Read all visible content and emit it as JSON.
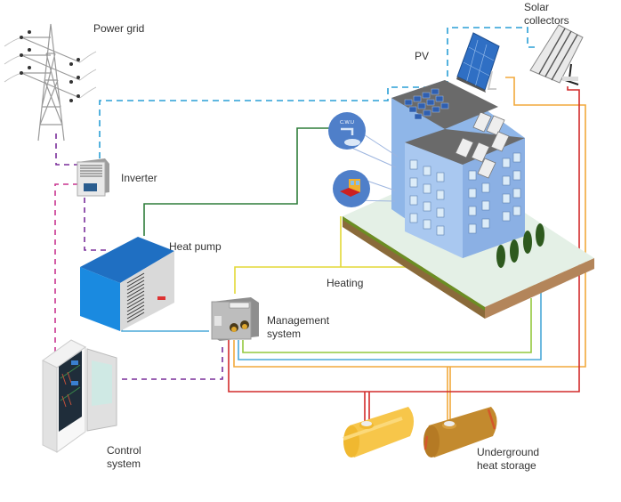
{
  "diagram": {
    "type": "system-schematic",
    "title": "",
    "components": {
      "power_grid": {
        "label": "Power grid",
        "icon": "power-tower-icon"
      },
      "pv": {
        "label": "PV",
        "icon": "solar-panel-icon"
      },
      "solar_collectors": {
        "label_line1": "Solar",
        "label_line2": "collectors",
        "icon": "solar-collector-icon"
      },
      "inverter": {
        "label": "Inverter",
        "icon": "inverter-icon"
      },
      "heat_pump": {
        "label": "Heat pump",
        "icon": "heat-pump-icon"
      },
      "management_system": {
        "label_line1": "Management",
        "label_line2": "system",
        "icon": "pump-box-icon"
      },
      "control_system": {
        "label_line1": "Control",
        "label_line2": "system",
        "icon": "control-cabinet-icon"
      },
      "heating": {
        "label": "Heating"
      },
      "building": {
        "icon": "building-icon",
        "cwu_badge": "C.W.U",
        "cwu_icon": "tap-water-icon",
        "heating_icon": "floor-heating-icon"
      },
      "heat_storage": {
        "label_line1": "Underground",
        "label_line2": "heat storage",
        "icon": "storage-tank-icon"
      }
    },
    "connections": [
      {
        "from": "power_grid",
        "to": "inverter",
        "style": "dashed",
        "color": "#7a2e9a"
      },
      {
        "from": "pv",
        "to": "inverter",
        "style": "dashed",
        "color": "#2a9fd6"
      },
      {
        "from": "solar_collectors",
        "to": "pv",
        "style": "dashed",
        "color": "#2a9fd6"
      },
      {
        "from": "inverter",
        "to": "heat_pump",
        "style": "dashed",
        "color": "#7a2e9a"
      },
      {
        "from": "inverter",
        "to": "control_system",
        "style": "dashed",
        "color": "#c8348f"
      },
      {
        "from": "control_system",
        "to": "management_system",
        "style": "dashed",
        "color": "#7a2e9a"
      },
      {
        "from": "heat_pump",
        "to": "building_cwu",
        "style": "solid",
        "color": "#2e7d3a"
      },
      {
        "from": "heat_pump",
        "to": "management_system",
        "style": "solid",
        "color": "#4aa8d8"
      },
      {
        "from": "management_system",
        "to": "building_heating",
        "style": "solid",
        "color": "#e3d936"
      },
      {
        "from": "management_system",
        "to": "ground_loop",
        "style": "solid",
        "color": "#94c83d"
      },
      {
        "from": "management_system",
        "to": "ground_loop",
        "style": "solid",
        "color": "#4aa8d8"
      },
      {
        "from": "management_system",
        "to": "solar_collectors_pv",
        "style": "solid",
        "color": "#f2a93b"
      },
      {
        "from": "management_system",
        "to": "storage_tanks",
        "style": "solid",
        "color": "#d22b2b"
      }
    ],
    "colors": {
      "dashed_blue": "#2a9fd6",
      "dashed_purple": "#7a2e9a",
      "dashed_magenta": "#c8348f",
      "green_dark": "#2e7d3a",
      "yellow": "#e3d936",
      "lime": "#94c83d",
      "light_blue": "#4aa8d8",
      "orange": "#f2a93b",
      "red": "#d22b2b"
    }
  }
}
